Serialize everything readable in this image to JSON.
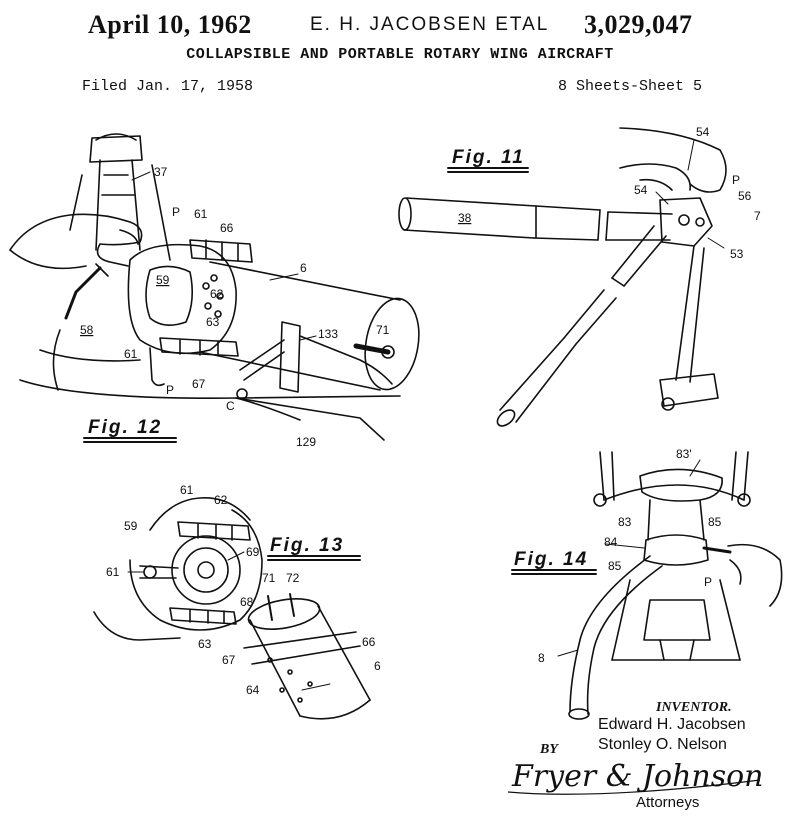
{
  "header": {
    "date": "April 10, 1962",
    "inventors_short": "E. H. JACOBSEN ETAL",
    "patent_number": "3,029,047",
    "title": "COLLAPSIBLE AND PORTABLE ROTARY WING AIRCRAFT",
    "filed": "Filed Jan. 17, 1958",
    "sheets": "8 Sheets-Sheet 5"
  },
  "figures": {
    "fig11": {
      "label": "Fig. 11",
      "refs": {
        "r54a": "54",
        "r54b": "54",
        "rP": "P",
        "r56": "56",
        "r7": "7",
        "r53": "53",
        "r38": "38"
      }
    },
    "fig12": {
      "label": "Fig. 12",
      "refs": {
        "r37": "37",
        "rP1": "P",
        "r61a": "61",
        "r66": "66",
        "r6": "6",
        "r59": "59",
        "r62": "62",
        "r58": "58",
        "r63": "63",
        "r133": "133",
        "r71": "71",
        "r61b": "61",
        "r67": "67",
        "rP2": "P",
        "rC": "C",
        "r129": "129"
      }
    },
    "fig13": {
      "label": "Fig. 13",
      "refs": {
        "r61a": "61",
        "r62": "62",
        "r59": "59",
        "r69": "69",
        "r61b": "61",
        "r71": "71",
        "r72": "72",
        "r68": "68",
        "r66": "66",
        "r63": "63",
        "r67": "67",
        "r6": "6",
        "r64": "64"
      }
    },
    "fig14": {
      "label": "Fig. 14",
      "refs": {
        "r83p": "83'",
        "r83": "83",
        "r85a": "85",
        "r84": "84",
        "r85b": "85",
        "rP": "P",
        "r8": "8"
      }
    }
  },
  "signature": {
    "inventor_label": "INVENTOR.",
    "inventor1": "Edward H. Jacobsen",
    "inventor2": "Stonley O. Nelson",
    "by": "BY",
    "signature_text": "Fryer & Johnson",
    "attorneys": "Attorneys"
  }
}
